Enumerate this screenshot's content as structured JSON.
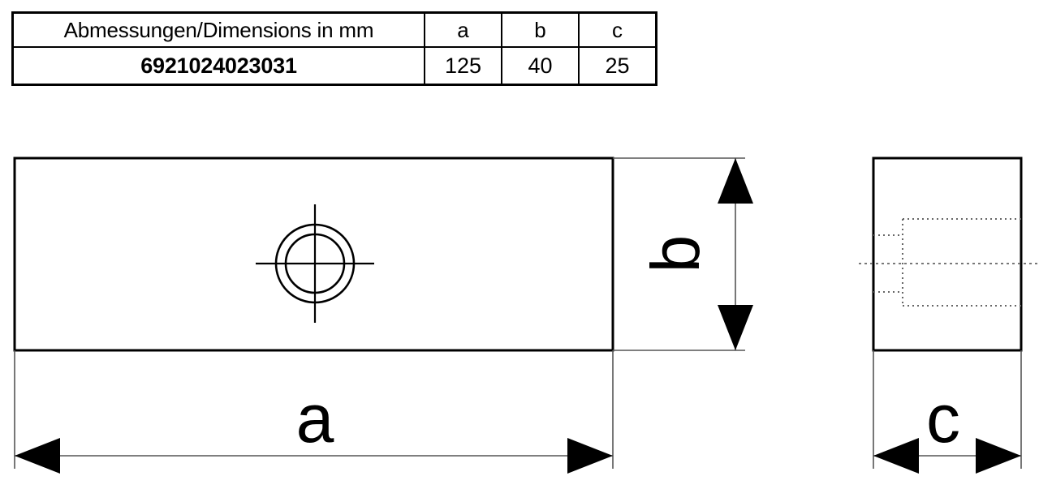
{
  "table": {
    "header": {
      "label": "Abmessungen/Dimensions in mm",
      "col_a": "a",
      "col_b": "b",
      "col_c": "c"
    },
    "row": {
      "article_number": "6921024023031",
      "value_a": "125",
      "value_b": "40",
      "value_c": "25"
    }
  },
  "drawing": {
    "front_view": {
      "dimension_a_label": "a",
      "dimension_b_label": "b"
    },
    "side_view": {
      "dimension_c_label": "c"
    }
  },
  "colors": {
    "line": "#000000",
    "thin_line": "#555555",
    "hidden_line": "#666666",
    "header_fill": "#e0e0e0",
    "page_background": "#ffffff"
  }
}
